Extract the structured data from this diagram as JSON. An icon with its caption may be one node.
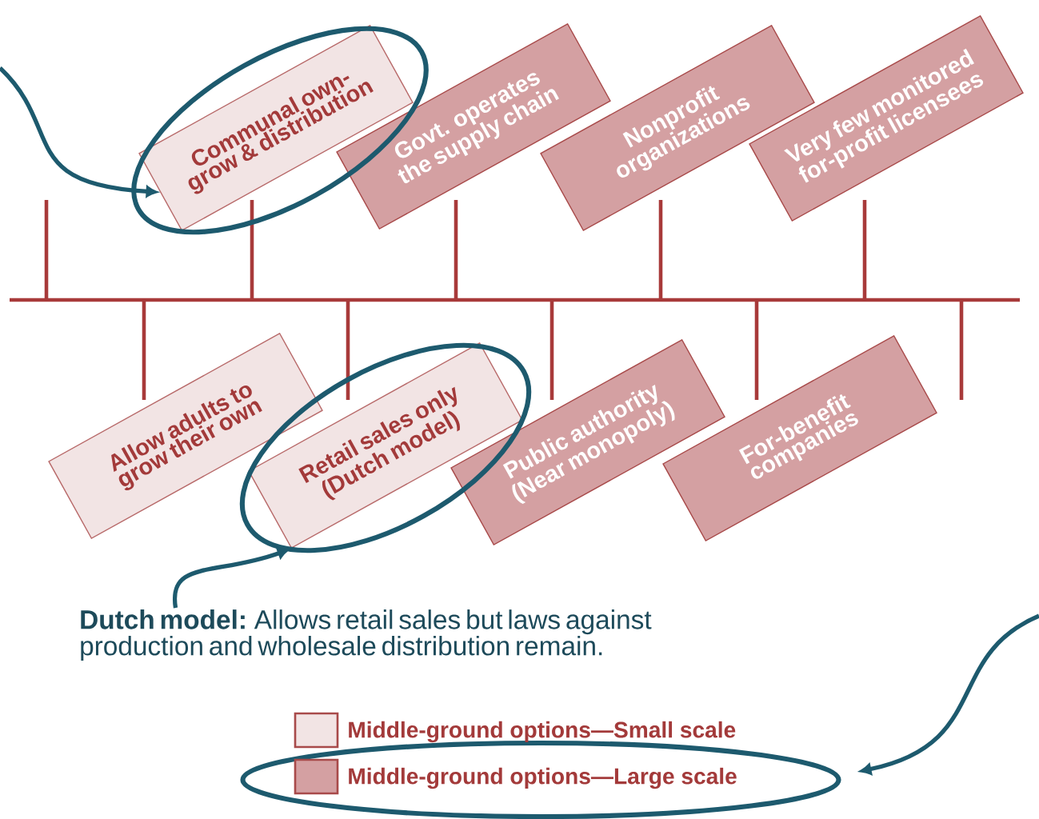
{
  "diagram": {
    "nodes": [
      {
        "text": [
          "Communal own-grow & distribution"
        ]
      },
      {
        "text": [
          "Govt. operates the supply chain"
        ]
      },
      {
        "text": [
          "Nonprofit organizations"
        ]
      },
      {
        "text": [
          "Very few monitored for-profit licensees"
        ]
      },
      {
        "text": [
          "Allow adults to grow their own"
        ]
      },
      {
        "text": [
          "Retail sales only (Dutch model)"
        ]
      },
      {
        "text": [
          "Public authority (Near monopoly)"
        ]
      },
      {
        "text": [
          "For-benefit companies"
        ]
      },
      {
        "text": [
          "**Dutch model:** Allows retail sales but laws against production and wholesale distribution remain."
        ]
      }
    ],
    "edges": [
      {
        "from": null,
        "to": 0,
        "arrow": "to"
      },
      {
        "from": 8,
        "to": 5,
        "arrow": "to"
      }
    ],
    "legend": [
      {
        "text": "Middle-ground options—Small scale",
        "color": "#f2e4e4"
      },
      {
        "text": "Middle-ground options—Large scale",
        "color": "#d4a0a2"
      }
    ]
  }
}
